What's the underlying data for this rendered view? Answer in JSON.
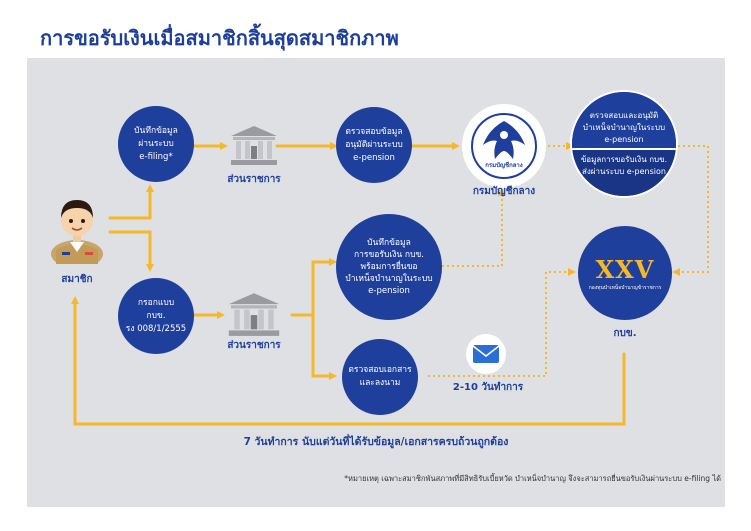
{
  "title": "การขอรับเงินเมื่อสมาชิกสิ้นสุดสมาชิกภาพ",
  "member": {
    "label": "สมาชิก"
  },
  "efiling_circle": [
    "บันทึกข้อมูล",
    "ผ่านระบบ",
    "e-filing*"
  ],
  "paper_circle": [
    "กรอกแบบ",
    "กบข.",
    "รง 008/1/2555"
  ],
  "agency_top": {
    "label": "ส่วนราชการ"
  },
  "agency_bottom": {
    "label": "ส่วนราชการ"
  },
  "verify_pension_circle": [
    "ตรวจสอบข้อมูล",
    "อนุมัติผ่านระบบ",
    "e-pension"
  ],
  "record_pension_circle": [
    "บันทึกข้อมูล",
    "การขอรับเงิน กบข.",
    "พร้อมการยื่นขอ",
    "บำเหน็จบำนาญในระบบ",
    "e-pension"
  ],
  "verify_docs_circle": [
    "ตรวจสอบเอกสาร",
    "และลงนาม"
  ],
  "cgd": {
    "label": "กรมบัญชีกลาง",
    "seal_text": "กรมบัญชีกลาง"
  },
  "cgd_result_circle": {
    "top": [
      "ตรวจสอบและอนุมัติ",
      "บำเหน็จบำนาญในระบบ",
      "e-pension"
    ],
    "bottom": [
      "ข้อมูลการขอรับเงิน กบข.",
      "ส่งผ่านระบบ e-pension"
    ]
  },
  "gpf": {
    "label": "กบข.",
    "logo_text": "XXV",
    "logo_sub": "กองทุนบำเหน็จบำนาญข้าราชการ"
  },
  "mail": {
    "label": "2-10 วันทำการ"
  },
  "footer": "7 วันทำการ นับแต่วันที่ได้รับข้อมูล/เอกสารครบถ้วนถูกต้อง",
  "note": "*หมายเหตุ เฉพาะสมาชิกพันสภาพที่มีสิทธิรับเบี้ยหวัด บำเหน็จบำนาญ จึงจะสามารถยื่นขอรับเงินผ่านระบบ e-filing ได้",
  "colors": {
    "navy": "#1e3f9c",
    "arrow": "#f6b72b",
    "panel": "#dfe0e3"
  }
}
